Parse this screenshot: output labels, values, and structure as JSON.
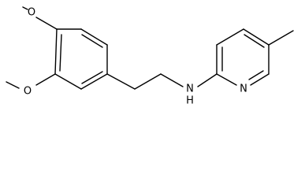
{
  "molecule": {
    "atoms": {
      "o_top": "O",
      "o_left": "O",
      "nh": "N",
      "h": "H",
      "n_ring": "N"
    }
  }
}
